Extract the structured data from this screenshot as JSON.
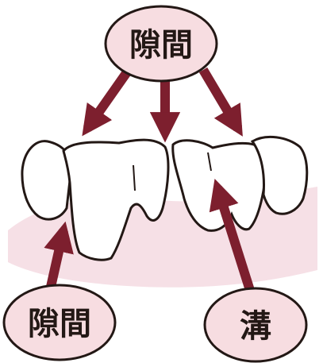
{
  "labels": {
    "top": "隙間",
    "bottom_left": "隙間",
    "bottom_right": "溝"
  },
  "colors": {
    "arrow": "#7d1f2e",
    "label_fill": "#f7dde1",
    "gum": "#f6e0e6",
    "tooth_fill": "#ffffff",
    "outline": "#231815",
    "ink": "#231815"
  }
}
